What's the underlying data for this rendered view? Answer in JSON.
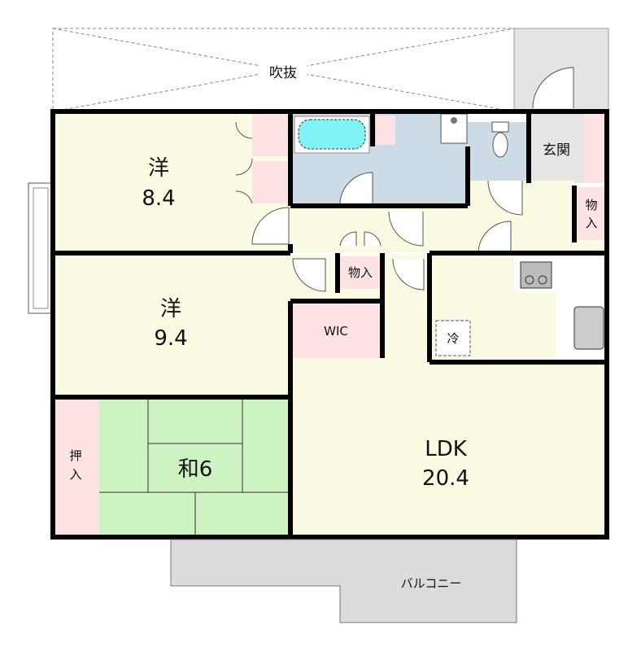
{
  "floor_plan": {
    "rooms": {
      "void": {
        "label": "吹抜"
      },
      "western_1": {
        "label": "洋",
        "size": "8.4"
      },
      "western_2": {
        "label": "洋",
        "size": "9.4"
      },
      "japanese": {
        "label": "和6"
      },
      "oshiire": {
        "label1": "押",
        "label2": "入"
      },
      "ldk": {
        "label": "LDK",
        "size": "20.4"
      },
      "wic": {
        "label": "WIC"
      },
      "storage_mid": {
        "label": "物入"
      },
      "storage_right": {
        "label1": "物",
        "label2": "入"
      },
      "entrance": {
        "label": "玄関"
      },
      "fridge": {
        "label": "冷"
      },
      "balcony": {
        "label": "バルコニー"
      }
    },
    "colors": {
      "room": "#fbfbe3",
      "storage": "#fde3e3",
      "wet": "#cddbe7",
      "tatami": "#cdf3c2",
      "entrance": "#e6e6e6",
      "balcony": "#dcdcdc",
      "tub": "#7ff3f5"
    }
  }
}
